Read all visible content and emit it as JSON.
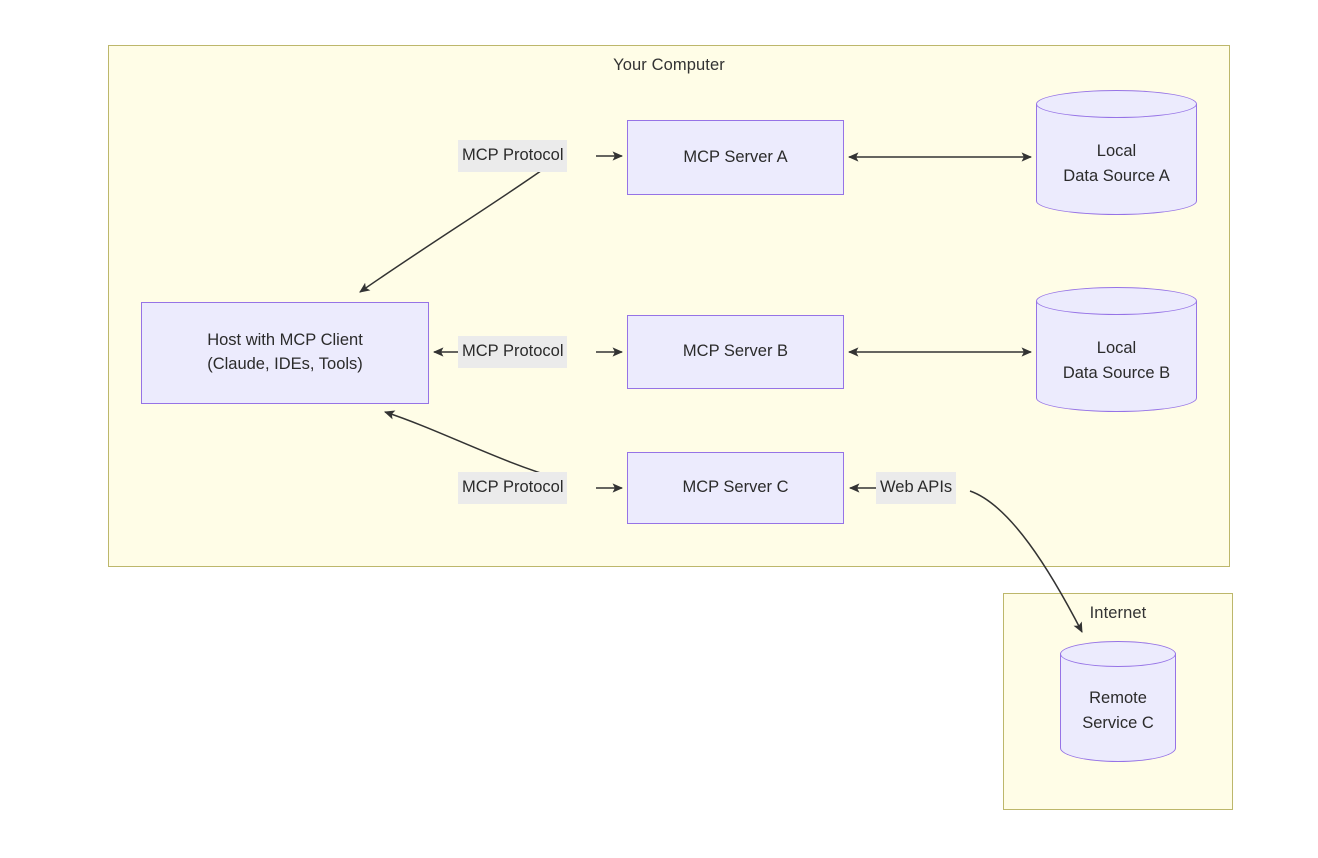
{
  "diagram": {
    "title_visible": false,
    "colors": {
      "zone_fill": "#fffde7",
      "zone_border": "#bdb76b",
      "node_fill": "#ecebfd",
      "node_border": "#9673e6",
      "label_bg": "#ebebeb",
      "text": "#2b2b2b",
      "edge_stroke": "#333333"
    },
    "zones": [
      {
        "id": "your-computer",
        "label": "Your Computer"
      },
      {
        "id": "internet",
        "label": "Internet"
      }
    ],
    "nodes": [
      {
        "id": "host",
        "shape": "box",
        "lines": [
          "Host with MCP Client",
          "(Claude, IDEs, Tools)"
        ]
      },
      {
        "id": "server-a",
        "shape": "box",
        "lines": [
          "MCP Server A"
        ]
      },
      {
        "id": "server-b",
        "shape": "box",
        "lines": [
          "MCP Server B"
        ]
      },
      {
        "id": "server-c",
        "shape": "box",
        "lines": [
          "MCP Server C"
        ]
      },
      {
        "id": "data-source-a",
        "shape": "cylinder",
        "lines": [
          "Local",
          "Data Source A"
        ]
      },
      {
        "id": "data-source-b",
        "shape": "cylinder",
        "lines": [
          "Local",
          "Data Source B"
        ]
      },
      {
        "id": "remote-service-c",
        "shape": "cylinder",
        "lines": [
          "Remote",
          "Service C"
        ]
      }
    ],
    "edges": [
      {
        "id": "host-server-a",
        "label": "MCP Protocol",
        "from": "host",
        "to": "server-a",
        "arrows": "both"
      },
      {
        "id": "host-server-b",
        "label": "MCP Protocol",
        "from": "host",
        "to": "server-b",
        "arrows": "both"
      },
      {
        "id": "host-server-c",
        "label": "MCP Protocol",
        "from": "host",
        "to": "server-c",
        "arrows": "both"
      },
      {
        "id": "server-a-data-a",
        "label": "",
        "from": "server-a",
        "to": "data-source-a",
        "arrows": "both"
      },
      {
        "id": "server-b-data-b",
        "label": "",
        "from": "server-b",
        "to": "data-source-b",
        "arrows": "both"
      },
      {
        "id": "server-c-remote-c",
        "label": "Web APIs",
        "from": "server-c",
        "to": "remote-service-c",
        "arrows": "both"
      }
    ]
  }
}
